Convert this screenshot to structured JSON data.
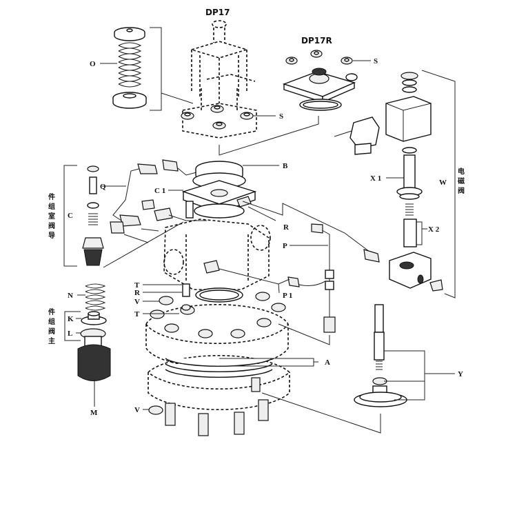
{
  "diagram": {
    "titles": {
      "dp17": "DP17",
      "dp17r": "DP17R"
    },
    "labels": {
      "O": "O",
      "S_top": "S",
      "S_mid": "S",
      "B": "B",
      "C1": "C 1",
      "Q": "Q",
      "C": "C",
      "R_upper": "R",
      "P": "P",
      "P1": "P 1",
      "X1": "X 1",
      "X2": "X 2",
      "W": "W",
      "T_upper": "T",
      "R_lower": "R",
      "V_upper": "V",
      "T_lower": "T",
      "N": "N",
      "K": "K",
      "L": "L",
      "M": "M",
      "A": "A",
      "Y": "Y",
      "V_lower": "V"
    },
    "group_labels": {
      "pilot_chamber_assembly": [
        "导",
        "阀",
        "室",
        "组",
        "件"
      ],
      "main_valve_assembly": [
        "主",
        "阀",
        "组",
        "件"
      ],
      "solenoid_valve": [
        "电",
        "磁",
        "阀"
      ]
    }
  }
}
